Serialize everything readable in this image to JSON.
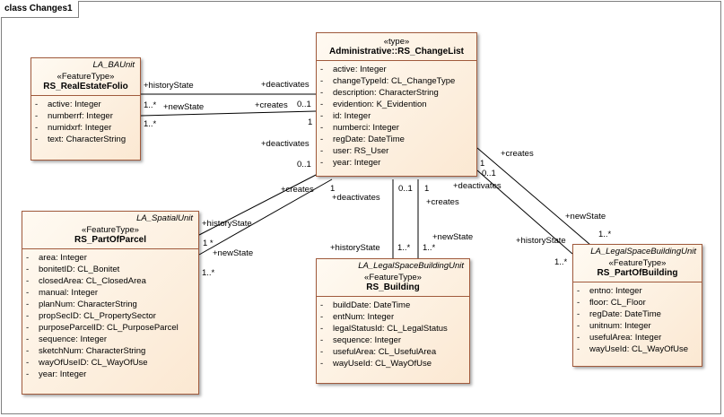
{
  "diagram": {
    "title": "class Changes1"
  },
  "classes": {
    "changelist": {
      "stereotype": "«type»",
      "name": "Administrative::RS_ChangeList",
      "attributes": [
        "active: Integer",
        "changeTypeId: CL_ChangeType",
        "description: CharacterString",
        "evidention: K_Evidention",
        "id: Integer",
        "numberci: Integer",
        "regDate: DateTime",
        "user: RS_User",
        "year: Integer"
      ]
    },
    "folio": {
      "package": "LA_BAUnit",
      "stereotype": "«FeatureType»",
      "name": "RS_RealEstateFolio",
      "attributes": [
        "active: Integer",
        "numberrf: Integer",
        "numidxrf: Integer",
        "text: CharacterString"
      ]
    },
    "parcel": {
      "package": "LA_SpatialUnit",
      "stereotype": "«FeatureType»",
      "name": "RS_PartOfParcel",
      "attributes": [
        "area: Integer",
        "bonitetID: CL_Bonitet",
        "closedArea: CL_ClosedArea",
        "manual: Integer",
        "planNum: CharacterString",
        "propSecID: CL_PropertySector",
        "purposeParcelID: CL_PurposeParcel",
        "sequence: Integer",
        "sketchNum: CharacterString",
        "wayOfUseID: CL_WayOfUse",
        "year: Integer"
      ]
    },
    "building": {
      "package": "LA_LegalSpaceBuildingUnit",
      "stereotype": "«FeatureType»",
      "name": "RS_Building",
      "attributes": [
        "buildDate: DateTime",
        "entNum: Integer",
        "legalStatusId: CL_LegalStatus",
        "sequence: Integer",
        "usefulArea: CL_UsefulArea",
        "wayUseId: CL_WayOfUse"
      ]
    },
    "partbuilding": {
      "package": "LA_LegalSpaceBuildingUnit",
      "stereotype": "«FeatureType»",
      "name": "RS_PartOfBuilding",
      "attributes": [
        "entno: Integer",
        "floor: CL_Floor",
        "regDate: DateTime",
        "unitnum: Integer",
        "usefulArea: Integer",
        "wayUseId: CL_WayOfUse"
      ]
    }
  },
  "labels": {
    "f_history": "+historyState",
    "f_deactivates": "+deactivates",
    "f_0_1": "0..1",
    "f_mult_a": "1..*",
    "f_newstate": "+newState",
    "f_creates": "+creates",
    "f_1": "1",
    "f_mult_b": "1..*",
    "p_deactivates": "+deactivates",
    "p_0_1": "0..1",
    "p_creates": "+creates",
    "p_1": "1",
    "p_deact2": "+deactivates",
    "p_history": "+historyState",
    "p_1star": "1  *",
    "p_newstate": "+newState",
    "p_mult": "1..*",
    "b_0_1": "0..1",
    "b_1": "1",
    "b_creates": "+creates",
    "b_history": "+historyState",
    "b_newstate": "+newState",
    "b_mult_a": "1..*",
    "b_mult_b": "1..*",
    "pb_creates": "+creates",
    "pb_0_1": "0..1",
    "pb_1": "1",
    "pb_deactivates": "+deactivates",
    "pb_newstate": "+newState",
    "pb_history": "+historyState",
    "pb_mult_a": "1..*",
    "pb_mult_b": "1..*"
  }
}
